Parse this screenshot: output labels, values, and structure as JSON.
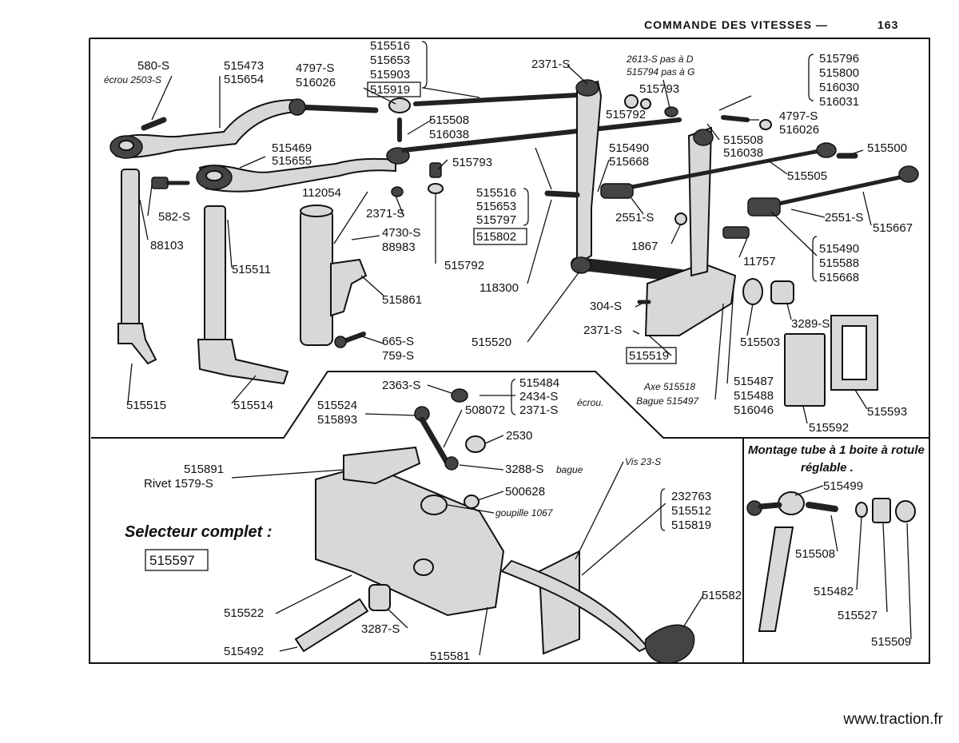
{
  "header": {
    "title": "COMMANDE DES VITESSES —",
    "page": "163"
  },
  "footer": {
    "site": "www.traction.fr"
  },
  "labels": {
    "p580": "580-S",
    "ecrou2503": "écrou 2503-S",
    "p515473": "515473",
    "p515654": "515654",
    "p4797a": "4797-S",
    "p516026a": "516026",
    "p515516a": "515516",
    "p515653a": "515653",
    "p515903": "515903",
    "p515919": "515919",
    "p2371a": "2371-S",
    "p2613": "2613-S pas à D",
    "p515794": "515794 pas à G",
    "p515793a": "515793",
    "p515792a": "515792",
    "p515796": "515796",
    "p515800": "515800",
    "p516030": "516030",
    "p516031": "516031",
    "p515508a": "515508",
    "p516038a": "516038",
    "p515469": "515469",
    "p515655": "515655",
    "p515793b": "515793",
    "p4797b": "4797-S",
    "p516026b": "516026",
    "p515508b": "515508",
    "p516038b": "516038",
    "p515500": "515500",
    "p515490a": "515490",
    "p515668a": "515668",
    "p515505": "515505",
    "p582": "582-S",
    "p112054": "112054",
    "p2371b": "2371-S",
    "p4730": "4730-S",
    "p88983": "88983",
    "p515516b": "515516",
    "p515653b": "515653",
    "p515797": "515797",
    "p515802": "515802",
    "p2551a": "2551-S",
    "p2551b": "2551-S",
    "p515667": "515667",
    "p88103": "88103",
    "p515511": "515511",
    "p515792b": "515792",
    "p1867": "1867",
    "p11757": "11757",
    "p515490b": "515490",
    "p515588": "515588",
    "p515668b": "515668",
    "p118300": "118300",
    "p515861": "515861",
    "p304": "304-S",
    "p2371c": "2371-S",
    "p3289": "3289-S",
    "p665": "665-S",
    "p759": "759-S",
    "p515520": "515520",
    "p515519": "515519",
    "p515503": "515503",
    "axe": "Axe 515518",
    "bague": "Bague 515497",
    "p515487": "515487",
    "p515488": "515488",
    "p516046": "516046",
    "p515592": "515592",
    "p515593": "515593",
    "p515515": "515515",
    "p515514": "515514",
    "p2363": "2363-S",
    "p515484": "515484",
    "p2434": "2434-S",
    "p2371d": "2371-S",
    "ecrou": "écrou.",
    "p515524": "515524",
    "p515893": "515893",
    "p508072": "508072",
    "p2530": "2530",
    "p515891": "515891",
    "rivet": "Rivet 1579-S",
    "p3288": "3288-S",
    "bague2": "bague",
    "p500628": "500628",
    "goupille": "goupille 1067",
    "vis23": "Vis 23-S",
    "p232763": "232763",
    "p515512": "515512",
    "p515819": "515819",
    "selecteur": "Selecteur complet :",
    "p515597": "515597",
    "montage1": "Montage tube à 1 boite à rotule",
    "montage2": "réglable .",
    "p515499": "515499",
    "p515508c": "515508",
    "p515482": "515482",
    "p515527": "515527",
    "p515509": "515509",
    "p515582": "515582",
    "p515522": "515522",
    "p3287": "3287-S",
    "p515492": "515492",
    "p515581": "515581"
  }
}
